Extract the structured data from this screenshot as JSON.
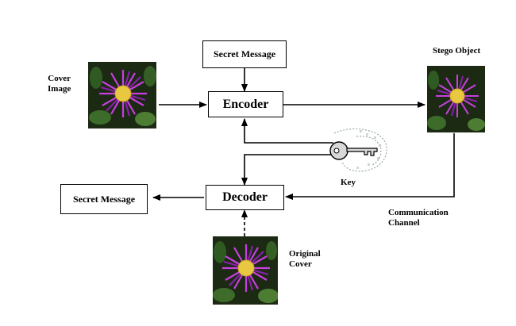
{
  "boxes": {
    "encoder": "Encoder",
    "decoder": "Decoder",
    "secret_message_top": "Secret Message",
    "secret_message_left": "Secret Message"
  },
  "labels": {
    "cover_image_line1": "Cover",
    "cover_image_line2": "Image",
    "stego_object": "Stego Object",
    "key": "Key",
    "communication_line1": "Communication",
    "communication_line2": "Channel",
    "original_cover_line1": "Original",
    "original_cover_line2": "Cover"
  },
  "images": {
    "cover": "flower-photo",
    "stego": "flower-photo",
    "original": "flower-photo",
    "key": "key-icon"
  },
  "colors": {
    "petal": "#c83fe0",
    "petal_dark": "#8a1fb0",
    "center": "#e8c840",
    "leaf": "#3d6b2a",
    "background_photo": "#1c2a14",
    "key_gray": "#d8d8d8"
  }
}
